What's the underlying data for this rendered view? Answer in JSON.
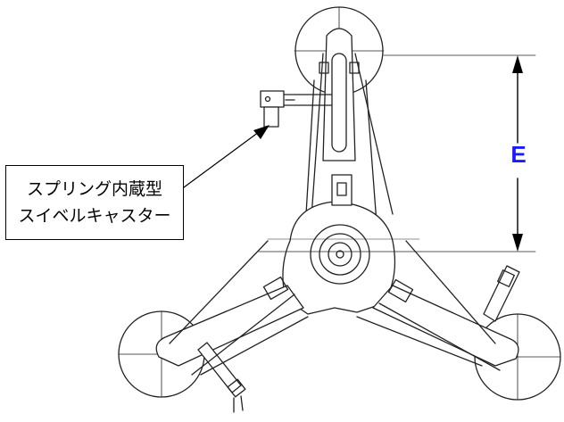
{
  "callout": {
    "line1": "スプリング内蔵型",
    "line2": "スイベルキャスター"
  },
  "dimension": {
    "label": "E",
    "label_color": "#1a1aff"
  },
  "icons": [
    "arrow-head-icon"
  ]
}
